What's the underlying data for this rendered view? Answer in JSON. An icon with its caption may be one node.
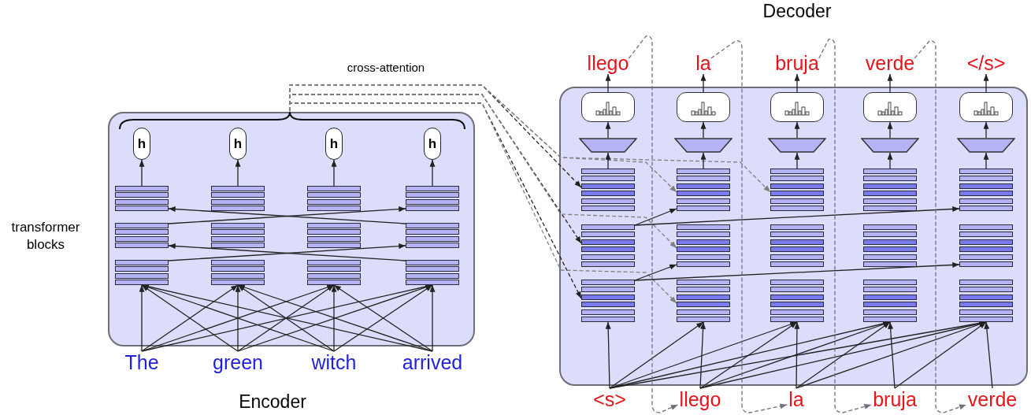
{
  "diagram": {
    "nodes": [
      {
        "text": [],
        "shape": "box"
      },
      {
        "text": [
          "h"
        ],
        "in": 0
      },
      {
        "text": [
          "h"
        ],
        "in": 0
      },
      {
        "text": [
          "h"
        ],
        "in": 0
      },
      {
        "text": [
          "h"
        ],
        "in": 0
      },
      {
        "text": [],
        "shape": "box",
        "in": 0
      },
      {
        "text": [],
        "shape": "box",
        "in": 0
      },
      {
        "text": [],
        "shape": "box",
        "in": 0
      },
      {
        "text": [],
        "shape": "box",
        "in": 0
      },
      {
        "text": [],
        "shape": "box",
        "in": 0
      },
      {
        "text": [],
        "shape": "box",
        "in": 0
      },
      {
        "text": [],
        "shape": "box",
        "in": 0
      },
      {
        "text": [],
        "shape": "box",
        "in": 0
      },
      {
        "text": [],
        "shape": "box",
        "in": 0
      },
      {
        "text": [],
        "shape": "box",
        "in": 0
      },
      {
        "text": [],
        "shape": "box",
        "in": 0
      },
      {
        "text": [],
        "shape": "box",
        "in": 0
      },
      {
        "text": [
          "The"
        ]
      },
      {
        "text": [
          "green"
        ]
      },
      {
        "text": [
          "witch"
        ]
      },
      {
        "text": [
          "arrived"
        ]
      },
      {
        "text": [],
        "shape": "box"
      },
      {
        "text": [
          "llego"
        ]
      },
      {
        "text": [
          "la"
        ]
      },
      {
        "text": [
          "bruja"
        ]
      },
      {
        "text": [
          "verde"
        ]
      },
      {
        "text": [
          "</s>"
        ]
      },
      {
        "text": [],
        "shape": "box",
        "in": 21
      },
      {
        "text": [],
        "shape": "box",
        "in": 21
      },
      {
        "text": [],
        "shape": "box",
        "in": 21
      },
      {
        "text": [],
        "shape": "box",
        "in": 21
      },
      {
        "text": [],
        "shape": "box",
        "in": 21
      },
      {
        "text": [],
        "shape": "trapezoid",
        "in": 21
      },
      {
        "text": [],
        "shape": "trapezoid",
        "in": 21
      },
      {
        "text": [],
        "shape": "trapezoid",
        "in": 21
      },
      {
        "text": [],
        "shape": "trapezoid",
        "in": 21
      },
      {
        "text": [],
        "shape": "trapezoid",
        "in": 21
      },
      {
        "text": [],
        "shape": "box",
        "in": 21
      },
      {
        "text": [],
        "shape": "box",
        "in": 21
      },
      {
        "text": [],
        "shape": "box",
        "in": 21
      },
      {
        "text": [],
        "shape": "box",
        "in": 21
      },
      {
        "text": [],
        "shape": "box",
        "in": 21
      },
      {
        "text": [],
        "shape": "box",
        "in": 21
      },
      {
        "text": [],
        "shape": "box",
        "in": 21
      },
      {
        "text": [],
        "shape": "box",
        "in": 21
      },
      {
        "text": [],
        "shape": "box",
        "in": 21
      },
      {
        "text": [],
        "shape": "box",
        "in": 21
      },
      {
        "text": [],
        "shape": "box",
        "in": 21
      },
      {
        "text": [],
        "shape": "box",
        "in": 21
      },
      {
        "text": [],
        "shape": "box",
        "in": 21
      },
      {
        "text": [],
        "shape": "box",
        "in": 21
      },
      {
        "text": [],
        "shape": "box",
        "in": 21
      },
      {
        "text": [
          "<s>"
        ]
      },
      {
        "text": [
          "llego"
        ]
      },
      {
        "text": [
          "la"
        ]
      },
      {
        "text": [
          "bruja"
        ]
      },
      {
        "text": [
          "verde"
        ]
      }
    ],
    "edges": [
      {
        "from": 17,
        "to": 13,
        "arrow": "to"
      },
      {
        "from": 17,
        "to": 14,
        "arrow": "to"
      },
      {
        "from": 17,
        "to": 15,
        "arrow": "to"
      },
      {
        "from": 17,
        "to": 16,
        "arrow": "to"
      },
      {
        "from": 18,
        "to": 13,
        "arrow": "to"
      },
      {
        "from": 18,
        "to": 14,
        "arrow": "to"
      },
      {
        "from": 18,
        "to": 15,
        "arrow": "to"
      },
      {
        "from": 18,
        "to": 16,
        "arrow": "to"
      },
      {
        "from": 19,
        "to": 13,
        "arrow": "to"
      },
      {
        "from": 19,
        "to": 14,
        "arrow": "to"
      },
      {
        "from": 19,
        "to": 15,
        "arrow": "to"
      },
      {
        "from": 19,
        "to": 16,
        "arrow": "to"
      },
      {
        "from": 20,
        "to": 13,
        "arrow": "to"
      },
      {
        "from": 20,
        "to": 14,
        "arrow": "to"
      },
      {
        "from": 20,
        "to": 15,
        "arrow": "to"
      },
      {
        "from": 20,
        "to": 16,
        "arrow": "to"
      },
      {
        "from": 13,
        "to": 12,
        "arrow": "to"
      },
      {
        "from": 16,
        "to": 9,
        "arrow": "to"
      },
      {
        "from": 9,
        "to": 8,
        "arrow": "to"
      },
      {
        "from": 12,
        "to": 5,
        "arrow": "to"
      },
      {
        "from": 5,
        "to": 1,
        "arrow": "to"
      },
      {
        "from": 6,
        "to": 2,
        "arrow": "to"
      },
      {
        "from": 7,
        "to": 3,
        "arrow": "to"
      },
      {
        "from": 8,
        "to": 4,
        "arrow": "to"
      },
      {
        "from": 0,
        "to": 37,
        "arrow": "to",
        "style": "dashed"
      },
      {
        "from": 0,
        "to": 42,
        "arrow": "to",
        "style": "dashed"
      },
      {
        "from": 0,
        "to": 47,
        "arrow": "to",
        "style": "dashed"
      },
      {
        "from": 0,
        "to": 38,
        "arrow": "to",
        "style": "dashed",
        "color": "#808080"
      },
      {
        "from": 0,
        "to": 43,
        "arrow": "to",
        "style": "dashed",
        "color": "#808080"
      },
      {
        "from": 0,
        "to": 48,
        "arrow": "to",
        "style": "dashed",
        "color": "#808080"
      },
      {
        "from": 0,
        "to": 39,
        "arrow": "to",
        "style": "dashed",
        "color": "#808080"
      },
      {
        "from": 52,
        "to": 47,
        "arrow": "to"
      },
      {
        "from": 52,
        "to": 48,
        "arrow": "to"
      },
      {
        "from": 52,
        "to": 49,
        "arrow": "to"
      },
      {
        "from": 52,
        "to": 50,
        "arrow": "to"
      },
      {
        "from": 52,
        "to": 51,
        "arrow": "to"
      },
      {
        "from": 53,
        "to": 48,
        "arrow": "to"
      },
      {
        "from": 53,
        "to": 49,
        "arrow": "to"
      },
      {
        "from": 53,
        "to": 50,
        "arrow": "to"
      },
      {
        "from": 53,
        "to": 51,
        "arrow": "to"
      },
      {
        "from": 54,
        "to": 49,
        "arrow": "to"
      },
      {
        "from": 54,
        "to": 50,
        "arrow": "to"
      },
      {
        "from": 54,
        "to": 51,
        "arrow": "to"
      },
      {
        "from": 55,
        "to": 50,
        "arrow": "to"
      },
      {
        "from": 55,
        "to": 51,
        "arrow": "to"
      },
      {
        "from": 56,
        "to": 51,
        "arrow": "to"
      },
      {
        "from": 47,
        "to": 43,
        "arrow": "to"
      },
      {
        "from": 47,
        "to": 46,
        "arrow": "to"
      },
      {
        "from": 42,
        "to": 38,
        "arrow": "to"
      },
      {
        "from": 42,
        "to": 41,
        "arrow": "to"
      },
      {
        "from": 37,
        "to": 32,
        "arrow": "to"
      },
      {
        "from": 38,
        "to": 33,
        "arrow": "to"
      },
      {
        "from": 39,
        "to": 34,
        "arrow": "to"
      },
      {
        "from": 40,
        "to": 35,
        "arrow": "to"
      },
      {
        "from": 41,
        "to": 36,
        "arrow": "to"
      },
      {
        "from": 32,
        "to": 27,
        "arrow": "to"
      },
      {
        "from": 33,
        "to": 28,
        "arrow": "to"
      },
      {
        "from": 34,
        "to": 29,
        "arrow": "to"
      },
      {
        "from": 35,
        "to": 30,
        "arrow": "to"
      },
      {
        "from": 36,
        "to": 31,
        "arrow": "to"
      },
      {
        "from": 27,
        "to": 22,
        "arrow": "to"
      },
      {
        "from": 28,
        "to": 23,
        "arrow": "to"
      },
      {
        "from": 29,
        "to": 24,
        "arrow": "to"
      },
      {
        "from": 30,
        "to": 25,
        "arrow": "to"
      },
      {
        "from": 31,
        "to": 26,
        "arrow": "to"
      },
      {
        "from": 22,
        "to": 53,
        "arrow": "to",
        "style": "dashed",
        "color": "#707080"
      },
      {
        "from": 23,
        "to": 54,
        "arrow": "to",
        "style": "dashed",
        "color": "#707080"
      },
      {
        "from": 24,
        "to": 55,
        "arrow": "to",
        "style": "dashed",
        "color": "#707080"
      },
      {
        "from": 25,
        "to": 56,
        "arrow": "to",
        "style": "dashed",
        "color": "#707080"
      }
    ],
    "labels": [
      "Decoder",
      "cross-attention",
      "transformer blocks",
      "Encoder"
    ]
  }
}
